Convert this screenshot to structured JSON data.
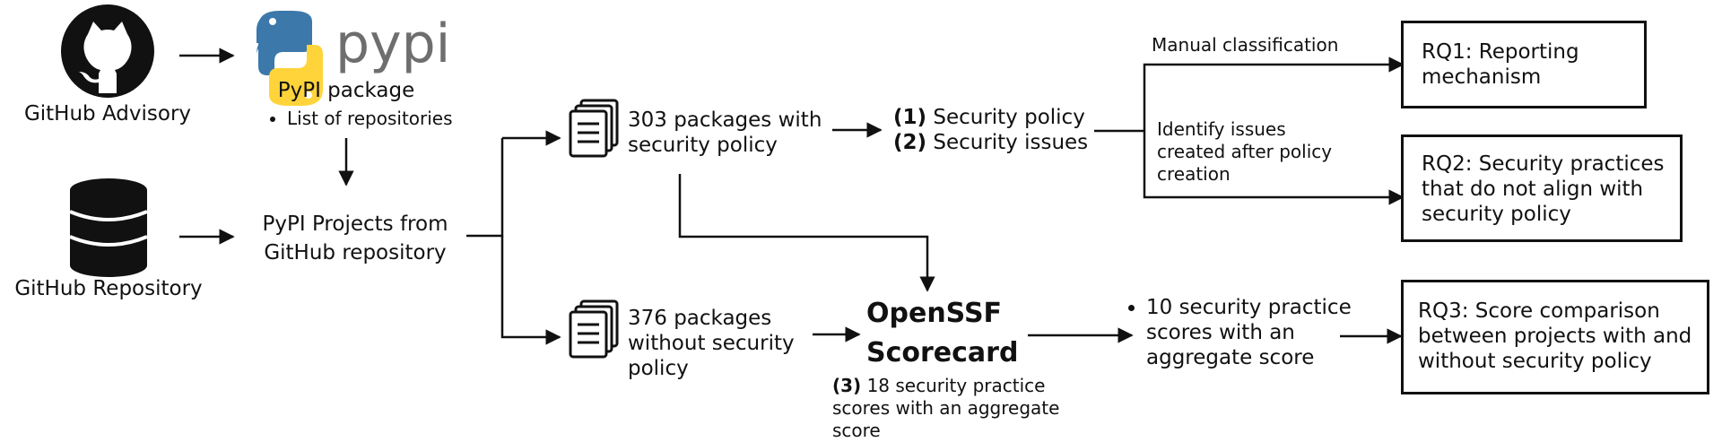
{
  "sources": {
    "github_advisory": {
      "label": "GitHub Advisory",
      "icon": "github-logo-icon"
    },
    "github_repository": {
      "label": "GitHub Repository",
      "icon": "database-icon"
    }
  },
  "pypi": {
    "logo_text": "pypi",
    "logo_icon": "python-logo-icon",
    "package_label": "PyPI package",
    "bullet": "List of repositories"
  },
  "projects": {
    "line1": "PyPI Projects from",
    "line2": "GitHub repository"
  },
  "with_policy": {
    "icon": "documents-icon",
    "line1": "303 packages with",
    "line2": "security policy"
  },
  "without_policy": {
    "icon": "documents-icon",
    "line1": "376 packages",
    "line2": "without security",
    "line3": "policy"
  },
  "policy_items": [
    {
      "num": "(1)",
      "text": "Security policy"
    },
    {
      "num": "(2)",
      "text": "Security issues"
    }
  ],
  "branches": {
    "manual": "Manual classification",
    "identify": [
      "Identify issues",
      "created after policy",
      "creation"
    ]
  },
  "scorecard": {
    "line1": "OpenSSF",
    "line2": "Scorecard",
    "note_num": "(3)",
    "note_lines": [
      "18 security practice",
      "scores with an aggregate",
      "score"
    ]
  },
  "scores": {
    "lines": [
      "10 security practice",
      "scores with an",
      "aggregate score"
    ]
  },
  "rq": [
    {
      "lines": [
        "RQ1: Reporting",
        "mechanism"
      ]
    },
    {
      "lines": [
        "RQ2: Security practices",
        "that do not align with",
        "security policy"
      ]
    },
    {
      "lines": [
        "RQ3: Score comparison",
        "between projects with and",
        "without security policy"
      ]
    }
  ]
}
